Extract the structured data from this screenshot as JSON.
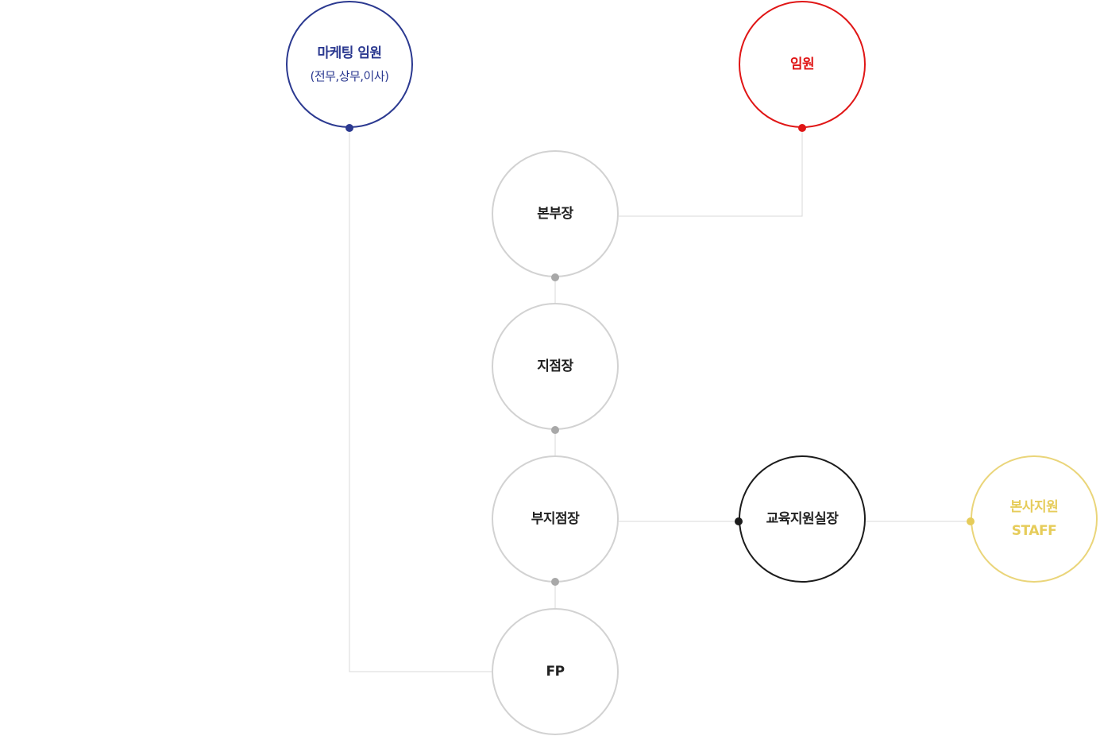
{
  "colors": {
    "marketing": "#2b3990",
    "executive": "#e01616",
    "neutral_border": "#d2d2d2",
    "neutral_dot": "#a8a8a8",
    "education": "#1c1c1c",
    "staff": "#e6cc5a",
    "connector": "#d8d8d8"
  },
  "nodes": {
    "marketing": {
      "label": "마케팅 임원",
      "sub": "(전무,상무,이사)"
    },
    "executive": {
      "label": "임원"
    },
    "hq_head": {
      "label": "본부장"
    },
    "branch_manager": {
      "label": "지점장"
    },
    "deputy_branch_manager": {
      "label": "부지점장"
    },
    "education_head": {
      "label": "교육지원실장"
    },
    "hq_staff": {
      "label": "본사지원",
      "sub": "STAFF"
    },
    "fp": {
      "label": "FP"
    }
  }
}
